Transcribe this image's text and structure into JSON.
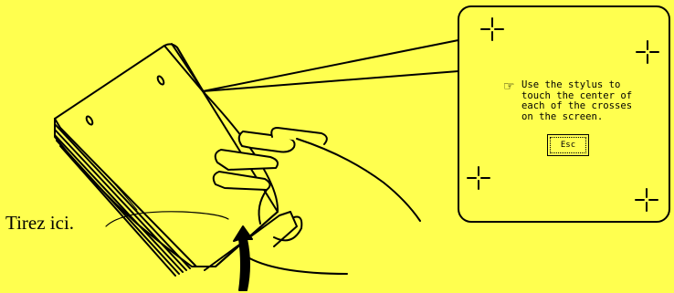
{
  "background_color": "#ffff4f",
  "label": {
    "text": "Tirez ici."
  },
  "screen": {
    "icon": "pointing-hand-icon",
    "lines": [
      "Use the stylus to",
      "touch the center of",
      "each of the crosses",
      "on the screen."
    ],
    "button_label": "Esc"
  }
}
